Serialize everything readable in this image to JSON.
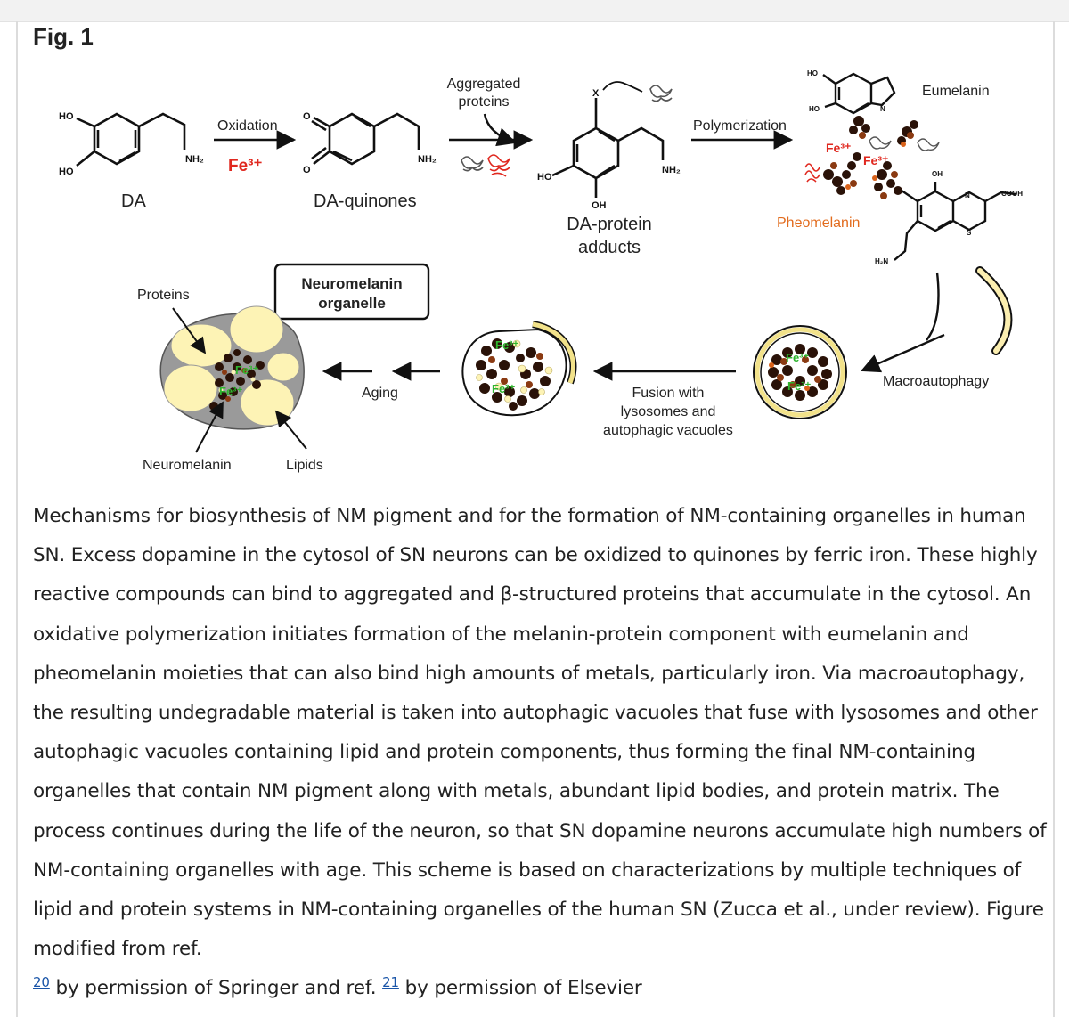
{
  "figure": {
    "label": "Fig. 1",
    "labels": {
      "ho1": "HO",
      "ho2": "HO",
      "nh2_da": "NH₂",
      "da": "DA",
      "oxidation": "Oxidation",
      "fe_oxidation": "Fe³⁺",
      "o1": "O",
      "o2": "O",
      "nh2_quinone": "NH₂",
      "da_quinones": "DA-quinones",
      "aggregated_proteins_line1": "Aggregated",
      "aggregated_proteins_line2": "proteins",
      "x": "X",
      "ho_adduct": "HO",
      "oh_adduct": "OH",
      "nh2_adduct": "NH₂",
      "da_protein_line1": "DA-protein",
      "da_protein_line2": "adducts",
      "polymerization": "Polymerization",
      "eumelanin": "Eumelanin",
      "ho_eu1": "HO",
      "ho_eu2": "HO",
      "n_eu": "N",
      "fe_poly1": "Fe³⁺",
      "fe_poly2": "Fe³⁺",
      "pheomelanin": "Pheomelanin",
      "oh_pheo": "OH",
      "cooh": "COOH",
      "n_pheo": "N",
      "s_pheo": "S",
      "h2n": "H₂N",
      "macroautophagy": "Macroautophagy",
      "fe_vac1": "Fe³⁺",
      "fe_vac2": "Fe³⁺",
      "fusion_line1": "Fusion with",
      "fusion_line2": "lysosomes and",
      "fusion_line3": "autophagic vacuoles",
      "fe_fus1": "Fe³⁺",
      "fe_fus2": "Fe³⁺",
      "aging": "Aging",
      "organelle_line1": "Neuromelanin",
      "organelle_line2": "organelle",
      "proteins": "Proteins",
      "fe_org1": "Fe³⁺",
      "fe_org2": "Fe³⁺",
      "neuromelanin": "Neuromelanin",
      "lipids": "Lipids"
    }
  },
  "caption": {
    "text": "Mechanisms for biosynthesis of NM pigment and for the formation of NM-containing organelles in human SN. Excess dopamine in the cytosol of SN neurons can be oxidized to quinones by ferric iron. These highly reactive compounds can bind to aggregated and β-structured proteins that accumulate in the cytosol. An oxidative polymerization initiates formation of the melanin-protein component with eumelanin and pheomelanin moieties that can also bind high amounts of metals, particularly iron. Via macroautophagy, the resulting undegradable material is taken into autophagic vacuoles that fuse with lysosomes and other autophagic vacuoles containing lipid and protein components, thus forming the final NM-containing organelles that contain NM pigment along with metals, abundant lipid bodies, and protein matrix. The process continues during the life of the neuron, so that SN dopamine neurons accumulate high numbers of NM-containing organelles with age. This scheme is based on characterizations by multiple techniques of lipid and protein systems in NM-containing organelles of the human SN (Zucca et al., under review). Figure modified from ref.",
    "ref1": "20",
    "mid": "by permission of Springer and ref.",
    "ref2": "21",
    "end": "by permission of Elsevier"
  },
  "colors": {
    "iron_red": "#e0281f",
    "pheomelanin_orange": "#e26b1d",
    "lipid_yellow": "#fdf3b5",
    "iron_green": "#2fb52f",
    "melanin_brown": "#5a2a12"
  }
}
